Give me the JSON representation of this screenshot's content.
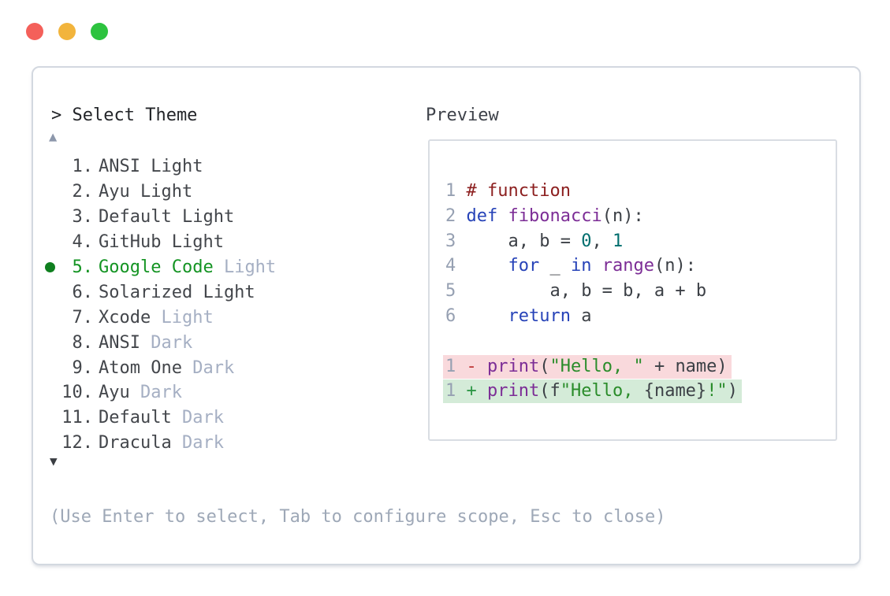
{
  "window_controls": {
    "close_color": "#f4605a",
    "minimize_color": "#f2b43c",
    "zoom_color": "#2dc33f"
  },
  "theme_selector": {
    "title": "> Select Theme",
    "scroll_up_indicator": "▲",
    "scroll_down_indicator": "▼",
    "hint": "(Use Enter to select, Tab to configure scope, Esc to close)",
    "items": [
      {
        "number": "1.",
        "primary": "ANSI Light",
        "muted": "",
        "selected": false
      },
      {
        "number": "2.",
        "primary": "Ayu Light",
        "muted": "",
        "selected": false
      },
      {
        "number": "3.",
        "primary": "Default Light",
        "muted": "",
        "selected": false
      },
      {
        "number": "4.",
        "primary": "GitHub Light",
        "muted": "",
        "selected": false
      },
      {
        "number": "5.",
        "primary": "Google Code",
        "muted": "Light",
        "selected": true
      },
      {
        "number": "6.",
        "primary": "Solarized Light",
        "muted": "",
        "selected": false
      },
      {
        "number": "7.",
        "primary": "Xcode",
        "muted": "Light",
        "selected": false
      },
      {
        "number": "8.",
        "primary": "ANSI",
        "muted": "Dark",
        "selected": false
      },
      {
        "number": "9.",
        "primary": "Atom One",
        "muted": "Dark",
        "selected": false
      },
      {
        "number": "10.",
        "primary": "Ayu",
        "muted": "Dark",
        "selected": false
      },
      {
        "number": "11.",
        "primary": "Default",
        "muted": "Dark",
        "selected": false
      },
      {
        "number": "12.",
        "primary": "Dracula",
        "muted": "Dark",
        "selected": false
      }
    ]
  },
  "preview": {
    "title": "Preview",
    "lines": [
      {
        "number": "1",
        "tokens": [
          {
            "c": "comment",
            "t": "# function"
          }
        ]
      },
      {
        "number": "2",
        "tokens": [
          {
            "c": "keyword",
            "t": "def"
          },
          {
            "c": "plain",
            "t": " "
          },
          {
            "c": "func",
            "t": "fibonacci"
          },
          {
            "c": "plain",
            "t": "(n):"
          }
        ]
      },
      {
        "number": "3",
        "tokens": [
          {
            "c": "plain",
            "t": "    a, b = "
          },
          {
            "c": "literal",
            "t": "0"
          },
          {
            "c": "plain",
            "t": ", "
          },
          {
            "c": "literal",
            "t": "1"
          }
        ]
      },
      {
        "number": "4",
        "tokens": [
          {
            "c": "plain",
            "t": "    "
          },
          {
            "c": "keyword",
            "t": "for"
          },
          {
            "c": "plain",
            "t": " _ "
          },
          {
            "c": "keyword",
            "t": "in"
          },
          {
            "c": "plain",
            "t": " "
          },
          {
            "c": "func",
            "t": "range"
          },
          {
            "c": "plain",
            "t": "(n):"
          }
        ]
      },
      {
        "number": "5",
        "tokens": [
          {
            "c": "plain",
            "t": "        a, b = b, a + b"
          }
        ]
      },
      {
        "number": "6",
        "tokens": [
          {
            "c": "plain",
            "t": "    "
          },
          {
            "c": "keyword",
            "t": "return"
          },
          {
            "c": "plain",
            "t": " a"
          }
        ]
      },
      {
        "number": "",
        "tokens": []
      },
      {
        "number": "1",
        "highlight": "removed",
        "tokens": [
          {
            "c": "diff_minus",
            "t": "- "
          },
          {
            "c": "func",
            "t": "print"
          },
          {
            "c": "plain",
            "t": "("
          },
          {
            "c": "string",
            "t": "\"Hello, \""
          },
          {
            "c": "plain",
            "t": " + name)"
          }
        ]
      },
      {
        "number": "1",
        "highlight": "added",
        "tokens": [
          {
            "c": "diff_plus",
            "t": "+ "
          },
          {
            "c": "func",
            "t": "print"
          },
          {
            "c": "plain",
            "t": "(f"
          },
          {
            "c": "string",
            "t": "\"Hello, "
          },
          {
            "c": "plain",
            "t": "{name}"
          },
          {
            "c": "string",
            "t": "!\""
          },
          {
            "c": "plain",
            "t": ")"
          }
        ]
      }
    ]
  },
  "colors": {
    "title": "#232529",
    "preview_title": "#3e424a",
    "item_text": "#43464b",
    "muted_text": "#a5afc3",
    "selected_text": "#149423",
    "selected_dot": "#0f7f1f",
    "up_arrow": "#8c97ab",
    "down_arrow": "#3a3d42",
    "hint": "#9ea8b7",
    "panel_border": "#d3d8e0",
    "box_border": "#d9dde3",
    "line_number": "#96a0b2",
    "plain": "#3c4046",
    "comment": "#8c1f1f",
    "keyword": "#2743b8",
    "func": "#7c2d96",
    "string": "#2a8c2a",
    "literal": "#006e6e",
    "diff_minus": "#be3737",
    "diff_plus": "#2d9646",
    "removed_bg": "#f9d9dc",
    "added_bg": "#d4ebd8"
  }
}
